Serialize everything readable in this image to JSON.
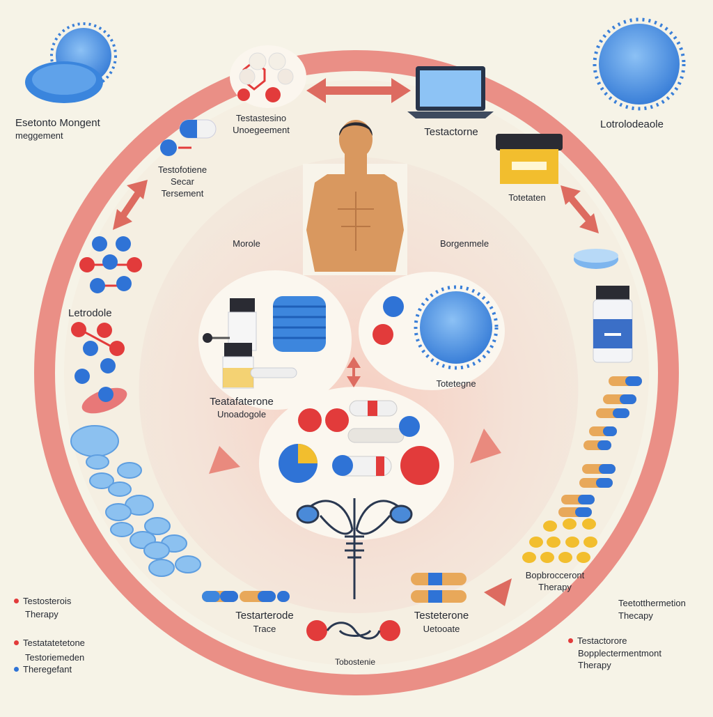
{
  "colors": {
    "background": "#f6f3e7",
    "ring": "#ea8f86",
    "inner": "#f3dcd2",
    "pill_blue": "#3d86dd",
    "pill_red": "#e23b3b",
    "pill_orange": "#e8a85a",
    "arrow": "#dd6b60"
  },
  "labels": {
    "top_left_title": "Esetonto Mongent",
    "top_left_sub": "meggement",
    "top_center_1": "Testastesino",
    "top_center_2": "Unoegeement",
    "top_right_laptop": "Testactorne",
    "top_right_virus": "Lotrolodeaole",
    "left_upper_1": "Testofotiene",
    "left_upper_2": "Secar",
    "left_upper_3": "Tersement",
    "right_upper_jar": "Totetaten",
    "left_mid": "Letrodole",
    "inner_left": "Morole",
    "inner_right": "Borgenmele",
    "inner_center_1": "Teatafaterone",
    "inner_center_2": "Unoadogole",
    "inner_right_virus": "Totetegne",
    "right_lower_1": "Bopbrocceront",
    "right_lower_2": "Therapy",
    "bottom_center_left_1": "Testarterode",
    "bottom_center_left_2": "Trace",
    "bottom_center_right_1": "Testeterone",
    "bottom_center_right_2": "Uetooate",
    "bottom_center": "Tobostenie",
    "legend_left_1a": "Testosterois",
    "legend_left_1b": "Therapy",
    "legend_left_2": "Testatatetetone",
    "legend_left_3a": "Testoriemeden",
    "legend_left_3b": "Theregefant",
    "legend_right_1a": "Teetotthermetion",
    "legend_right_1b": "Thecapy",
    "legend_right_2a": "Testactorore",
    "legend_right_2b": "Bopplectermentmont",
    "legend_right_2c": "Therapy"
  },
  "icons": [
    "virus-icon",
    "lozenge-tablet-icon",
    "molecule-icon",
    "laptop-icon",
    "capsule-icon",
    "jar-icon",
    "bottle-icon",
    "vial-icon",
    "tablet-stack-icon",
    "person-icon",
    "reproductive-system-icon",
    "double-arrow-icon",
    "arrow-icon"
  ]
}
